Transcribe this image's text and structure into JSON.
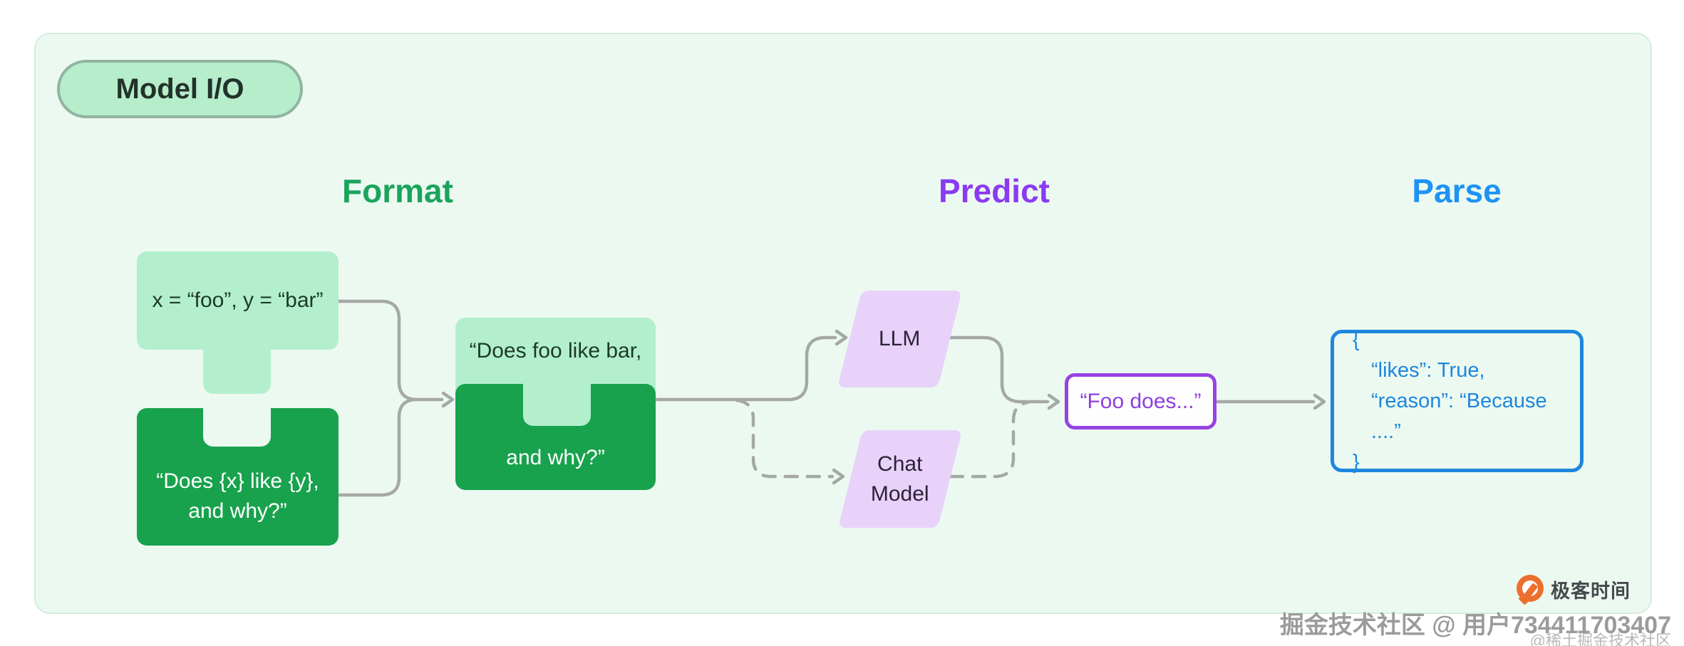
{
  "panel": {
    "badge": "Model I/O"
  },
  "headings": {
    "format": "Format",
    "predict": "Predict",
    "parse": "Parse"
  },
  "format": {
    "input_box": "x = “foo”, y = “bar”",
    "template_line1": "“Does {x} like {y},",
    "template_line2": "and why?”",
    "combined_top": "“Does foo like bar,",
    "combined_bottom": "and why?”"
  },
  "predict": {
    "llm": "LLM",
    "chat_line1": "Chat",
    "chat_line2": "Model",
    "output": "“Foo does...”"
  },
  "parse": {
    "line1": "{",
    "line2": "“likes”: True,",
    "line3": "“reason”: “Because ....”",
    "line4": "}"
  },
  "branding": {
    "logo_text": "极客时间"
  },
  "watermark": {
    "primary": "掘金技术社区 @ 用户734411703407",
    "secondary": "@稀土掘金技术社区"
  },
  "colors": {
    "panel_bg": "#ecf9f1",
    "light_green": "#b3efcd",
    "dark_green": "#18a24d",
    "lavender": "#e8d2fa",
    "purple": "#9742e3",
    "blue": "#1c87dd",
    "heading_green": "#1ba45c",
    "heading_purple": "#8a3bf2",
    "heading_blue": "#1d93f5",
    "line_gray": "#a5a8a6",
    "logo_orange": "#ed6f2d"
  }
}
